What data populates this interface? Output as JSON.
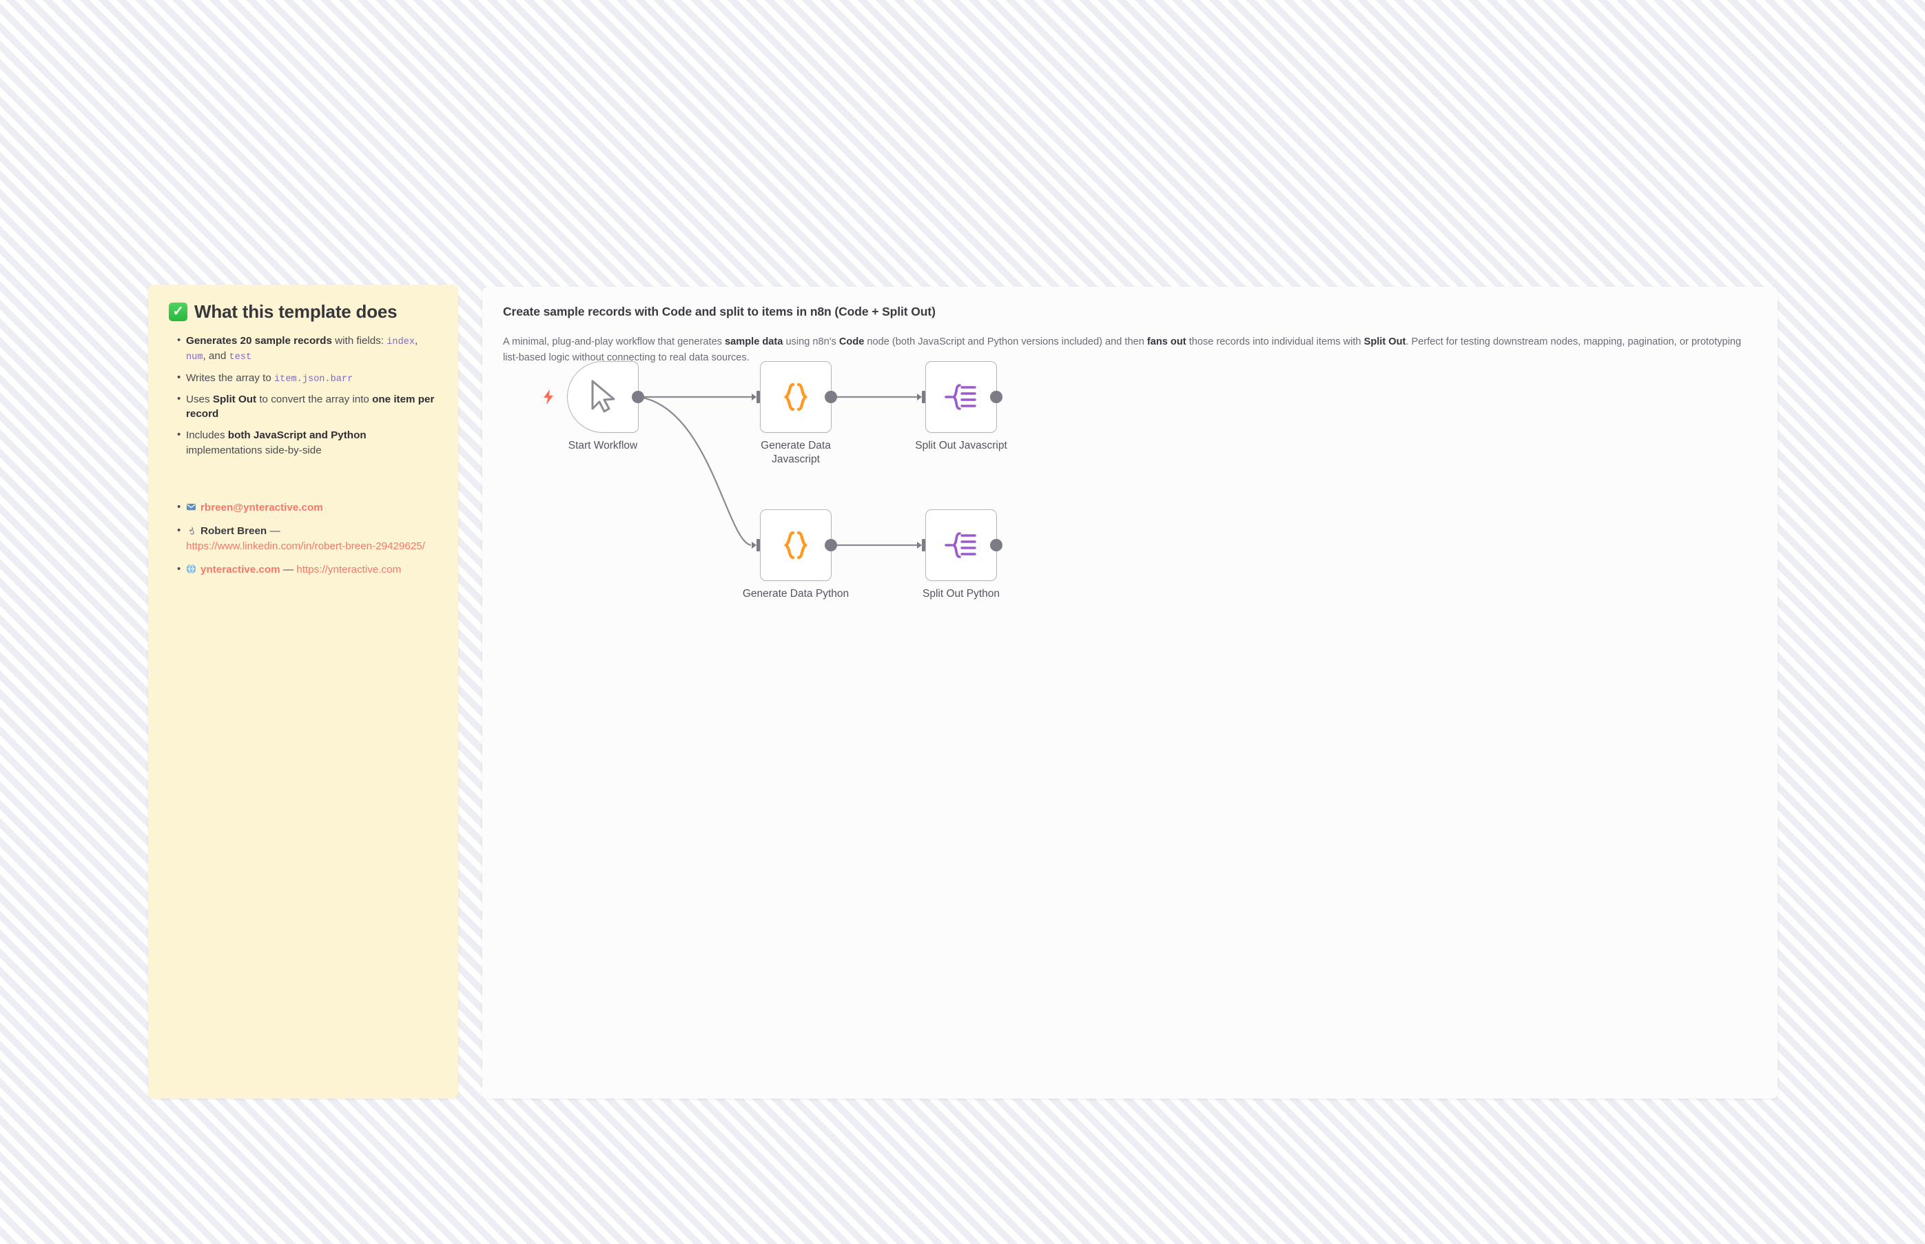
{
  "sticky_note": {
    "icon": "white-heavy-check-mark-emoji",
    "title": "What this template does",
    "bullets": [
      {
        "id": "bullet-generates",
        "segments": [
          {
            "t": "Generates 20 sample records",
            "s": "bold"
          },
          {
            "t": " with fields: ",
            "s": "plain"
          },
          {
            "t": "index",
            "s": "code"
          },
          {
            "t": ", ",
            "s": "plain"
          },
          {
            "t": "num",
            "s": "code"
          },
          {
            "t": ", and ",
            "s": "plain"
          },
          {
            "t": "test",
            "s": "code"
          }
        ]
      },
      {
        "id": "bullet-writes",
        "segments": [
          {
            "t": "Writes the array to ",
            "s": "plain"
          },
          {
            "t": "item.json.barr",
            "s": "code"
          }
        ]
      },
      {
        "id": "bullet-splitout",
        "segments": [
          {
            "t": "Uses ",
            "s": "plain"
          },
          {
            "t": "Split Out",
            "s": "bold"
          },
          {
            "t": " to convert the array into ",
            "s": "plain"
          },
          {
            "t": "one item per record",
            "s": "bold"
          }
        ]
      },
      {
        "id": "bullet-includes",
        "segments": [
          {
            "t": "Includes ",
            "s": "plain"
          },
          {
            "t": "both JavaScript and Python",
            "s": "bold"
          },
          {
            "t": " implementations side-by-side",
            "s": "plain"
          }
        ]
      }
    ],
    "contacts": [
      {
        "id": "contact-email",
        "icon": "email-icon",
        "segments": [
          {
            "t": "rbreen@ynteractive.com",
            "s": "link-bold"
          }
        ]
      },
      {
        "id": "contact-linkedin",
        "icon": "link-chain-icon",
        "segments": [
          {
            "t": "Robert Breen",
            "s": "name-bold"
          },
          {
            "t": " — ",
            "s": "plain"
          },
          {
            "t": "https://www.linkedin.com/in/robert-breen-29429625/",
            "s": "link"
          }
        ]
      },
      {
        "id": "contact-website",
        "icon": "globe-icon",
        "segments": [
          {
            "t": "ynteractive.com",
            "s": "link-bold"
          },
          {
            "t": " — ",
            "s": "plain"
          },
          {
            "t": "https://ynteractive.com",
            "s": "link"
          }
        ]
      }
    ]
  },
  "workflow_panel": {
    "title": "Create sample records with Code and split to items in n8n (Code + Split Out)",
    "description_segments": [
      {
        "t": "A minimal, plug-and-play workflow that generates ",
        "s": "plain"
      },
      {
        "t": "sample data",
        "s": "bold"
      },
      {
        "t": " using n8n's ",
        "s": "plain"
      },
      {
        "t": "Code",
        "s": "bold"
      },
      {
        "t": " node (both JavaScript and Python versions included) and then ",
        "s": "plain"
      },
      {
        "t": "fans out",
        "s": "bold"
      },
      {
        "t": " those records into individual items with ",
        "s": "plain"
      },
      {
        "t": "Split Out",
        "s": "bold"
      },
      {
        "t": ". Perfect for testing downstream nodes, mapping, pagination, or prototyping list-based logic without connecting to real data sources.",
        "s": "plain"
      }
    ],
    "nodes": [
      {
        "id": "node-start",
        "label": "Start Workflow",
        "icon": "mouse-cursor-icon",
        "kind": "trigger",
        "accent": "#6b6b76"
      },
      {
        "id": "node-gen-js",
        "label": "Generate Data\nJavascript",
        "icon": "curly-braces-icon",
        "kind": "code",
        "accent": "#FF9922"
      },
      {
        "id": "node-split-js",
        "label": "Split Out Javascript",
        "icon": "split-out-icon",
        "kind": "splitout",
        "accent": "#9b59d0"
      },
      {
        "id": "node-gen-py",
        "label": "Generate Data Python",
        "icon": "curly-braces-icon",
        "kind": "code",
        "accent": "#FF9922"
      },
      {
        "id": "node-split-py",
        "label": "Split Out Python",
        "icon": "split-out-icon",
        "kind": "splitout",
        "accent": "#9b59d0"
      }
    ],
    "trigger_badge_icon": "lightning-bolt-icon",
    "connections": [
      {
        "from": "node-start",
        "to": "node-gen-js"
      },
      {
        "from": "node-start",
        "to": "node-gen-py"
      },
      {
        "from": "node-gen-js",
        "to": "node-split-js"
      },
      {
        "from": "node-gen-py",
        "to": "node-split-py"
      }
    ]
  },
  "colors": {
    "sticky_background": "#fdf4d3",
    "panel_background": "#fcfcfd",
    "code_text": "#7d6bc7",
    "link": "#f2796b",
    "code_node_accent": "#FF9922",
    "split_node_accent": "#9b59d0",
    "trigger_bolt": "#ff6d5a",
    "node_border": "#b6b6bd",
    "edge": "#7c7c86"
  }
}
